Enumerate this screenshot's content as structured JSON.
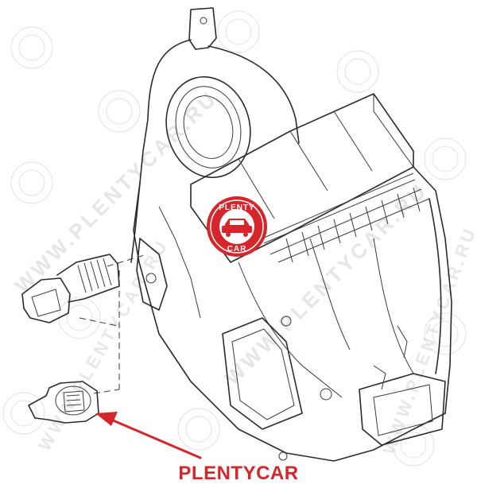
{
  "watermark": {
    "text": "WWW.PLENTYCAR.RU",
    "color": "#c9c9c9"
  },
  "logo": {
    "top_text": "PLENTY",
    "bottom_text": "CAR",
    "color": "#d6262b",
    "icon": "car-icon"
  },
  "caption": {
    "text": "PLENTYCAR",
    "color": "#d6262b"
  },
  "pointer": {
    "icon": "arrow-icon",
    "color": "#d6262b"
  }
}
